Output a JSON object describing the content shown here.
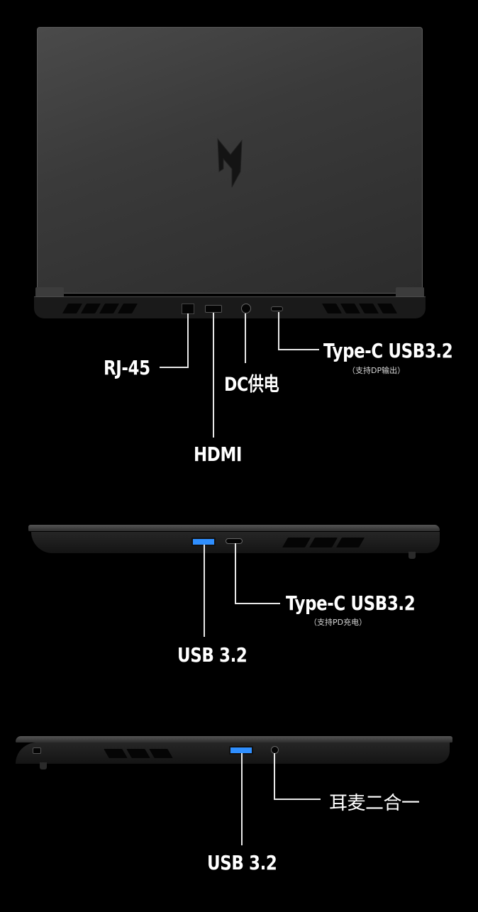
{
  "back_view": {
    "labels": {
      "rj45": "RJ-45",
      "dc": "DC供电",
      "hdmi": "HDMI",
      "typec": "Type-C USB3.2",
      "typec_note": "（支持DP输出）"
    }
  },
  "right_view": {
    "labels": {
      "typec": "Type-C USB3.2",
      "typec_note": "（支持PD充电）",
      "usb": "USB 3.2"
    }
  },
  "left_view": {
    "labels": {
      "audio": "耳麦二合一",
      "usb": "USB 3.2"
    }
  },
  "colors": {
    "background": "#000000",
    "lid": "#3a3a3a",
    "usb_port_accent": "#2f8fff",
    "leader_line": "#e8e8e8"
  }
}
